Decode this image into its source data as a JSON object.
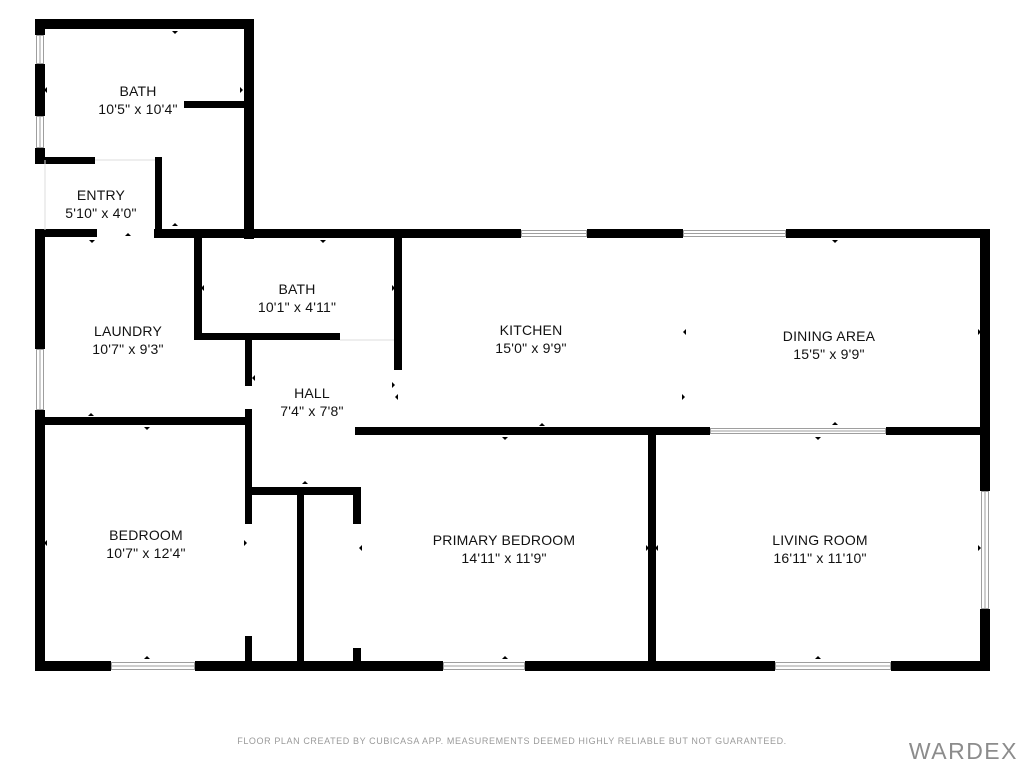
{
  "colors": {
    "wall": "#000000",
    "window": "#9e9e9e",
    "text": "#111111",
    "footer": "#9a9a9a"
  },
  "rooms": {
    "bath_upper": {
      "name": "BATH",
      "dims": "10'5\" x 10'4\""
    },
    "entry": {
      "name": "ENTRY",
      "dims": "5'10\" x 4'0\""
    },
    "bath_middle": {
      "name": "BATH",
      "dims": "10'1\" x 4'11\""
    },
    "laundry": {
      "name": "LAUNDRY",
      "dims": "10'7\" x 9'3\""
    },
    "hall": {
      "name": "HALL",
      "dims": "7'4\" x 7'8\""
    },
    "kitchen": {
      "name": "KITCHEN",
      "dims": "15'0\" x 9'9\""
    },
    "dining_area": {
      "name": "DINING AREA",
      "dims": "15'5\" x 9'9\""
    },
    "bedroom": {
      "name": "BEDROOM",
      "dims": "10'7\" x 12'4\""
    },
    "primary_bedroom": {
      "name": "PRIMARY BEDROOM",
      "dims": "14'11\" x 11'9\""
    },
    "living_room": {
      "name": "LIVING ROOM",
      "dims": "16'11\" x 11'10\""
    }
  },
  "footer": {
    "note": "FLOOR PLAN CREATED BY CUBICASA APP. MEASUREMENTS DEEMED HIGHLY RELIABLE BUT NOT GUARANTEED.",
    "brand": "WARDEX"
  }
}
